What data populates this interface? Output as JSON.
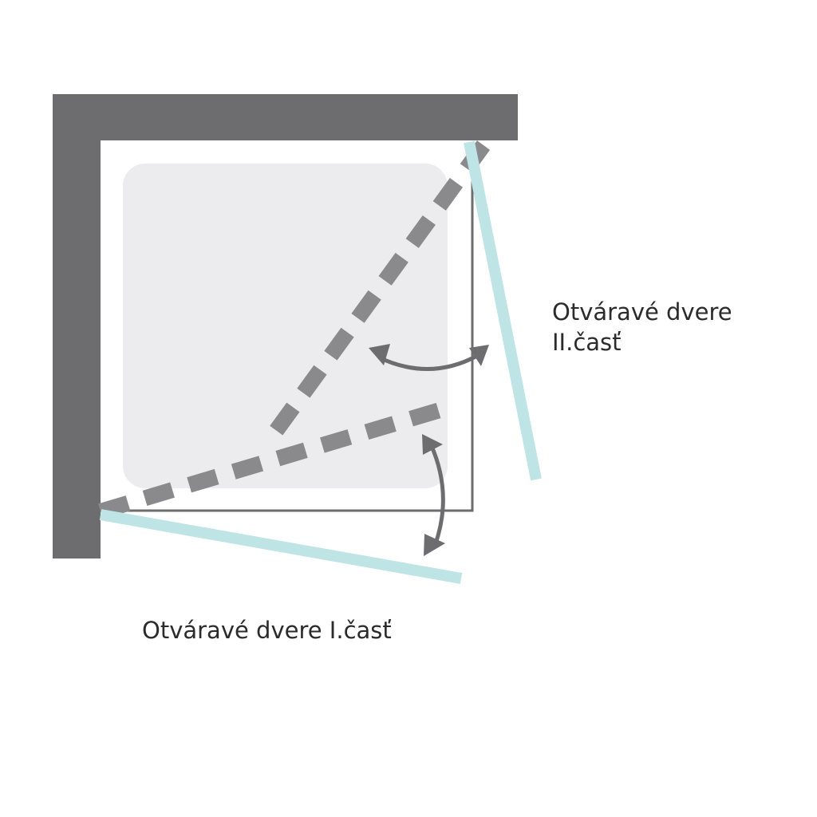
{
  "labels": {
    "door_two_line1": "Otváravé dvere",
    "door_two_line2": "II.časť",
    "door_one": "Otváravé dvere I.časť"
  },
  "colors": {
    "wall": "#6d6d6f",
    "tray": "#ececee",
    "outline": "#6d6d6f",
    "glass_door": "#bfe4e5",
    "open_position_dash": "#8a8a8c",
    "arrow": "#6d6d6f",
    "text": "#2b2b2b"
  }
}
